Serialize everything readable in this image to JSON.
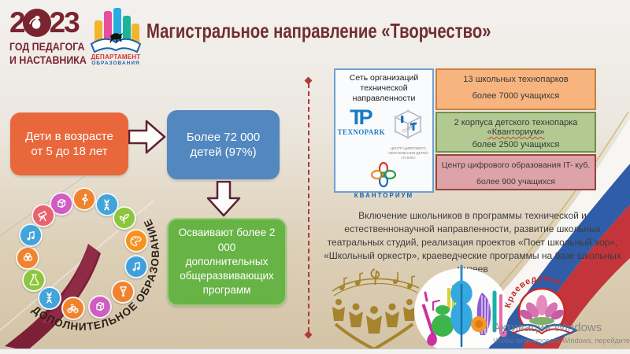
{
  "header": {
    "year_logo": {
      "year_left": "2",
      "year_right": "23",
      "line1": "ГОД ПЕДАГОГА",
      "line2": "И НАСТАВНИКА"
    },
    "dept_logo": {
      "line1": "ДЕПАРТАМЕНТ",
      "line2": "ОБРАЗОВАНИЯ"
    },
    "title": "Магистральное направление  «Творчество»",
    "title_color": "#722e30"
  },
  "flow": {
    "box1": {
      "text": "Дети в возрасте от 5 до 18 лет",
      "color": "#e8683c"
    },
    "box2": {
      "text": "Более 72 000 детей (97%)",
      "color": "#5288bf"
    },
    "box3": {
      "text": "Осваивают более 2 000 дополнительных общеразвивающих программ",
      "color": "#67b346"
    }
  },
  "ring": {
    "label": "ДОПОЛНИТЕЛЬНОЕ ОБРАЗОВАНИЕ",
    "items": [
      {
        "icon": "cube-icon",
        "color": "#ce5ec1",
        "angle": 337
      },
      {
        "icon": "runner-icon",
        "color": "#f0832f",
        "angle": 2
      },
      {
        "icon": "dna-icon",
        "color": "#43a4db",
        "angle": 26
      },
      {
        "icon": "sprout-icon",
        "color": "#8cc63f",
        "angle": 49
      },
      {
        "icon": "palette-icon",
        "color": "#f6921e",
        "angle": 76
      },
      {
        "icon": "note-icon",
        "color": "#3fa0e0",
        "angle": 103
      },
      {
        "icon": "shuttle-icon",
        "color": "#f0832f",
        "angle": 133
      },
      {
        "icon": "cube-icon",
        "color": "#ce5ec1",
        "angle": 162
      },
      {
        "icon": "bike-icon",
        "color": "#f0832f",
        "angle": 190
      },
      {
        "icon": "dna-icon",
        "color": "#43a4db",
        "angle": 217
      },
      {
        "icon": "flask-icon",
        "color": "#8cc63f",
        "angle": 242
      },
      {
        "icon": "knot-icon",
        "color": "#f0832f",
        "angle": 266
      },
      {
        "icon": "note-icon",
        "color": "#43a4db",
        "angle": 290
      },
      {
        "icon": "telescope-icon",
        "color": "#e8636f",
        "angle": 314
      }
    ]
  },
  "network_panel": {
    "title": "Сеть организаций технической направленности",
    "texnopark": {
      "mark": "TP",
      "name": "TEXNOPARK"
    },
    "it_cube": {
      "caption": "ЦЕНТР ЦИФРОВОГО ОБРАЗОВАНИЯ ДЕТЕЙ «IT-КУБ»"
    },
    "kvantorium": {
      "name": "КВАНТОРИУМ"
    }
  },
  "stats": [
    {
      "line1": "13 школьных технопарков",
      "line2": "более 7000 учащихся",
      "fill": "#f7b47f",
      "border": "#c87f3f"
    },
    {
      "line1": "2 корпуса детского технопарка",
      "word": "«Кванториум»",
      "line2": "более 2500 учащихся",
      "fill": "#b2ca92",
      "border": "#6e8f4e"
    },
    {
      "line1": "Центр цифрового образования IT- куб.",
      "line2": "более 900 учащихся",
      "fill": "#dda3a8",
      "border": "#96433f"
    }
  ],
  "description": "Включение школьников в программы технической и естественнонаучной направленности, развитие школьных театральных студий, реализация проектов «Поет школьный хор», «Школьный оркестр», краеведческие программы на базе школьных музеев",
  "bottom_logos": {
    "kraevedenie": "Краеведение"
  },
  "watermark": {
    "line1": "Активация Windows",
    "line2": "Чтобы активировать Windows, перейдите в раздел"
  }
}
